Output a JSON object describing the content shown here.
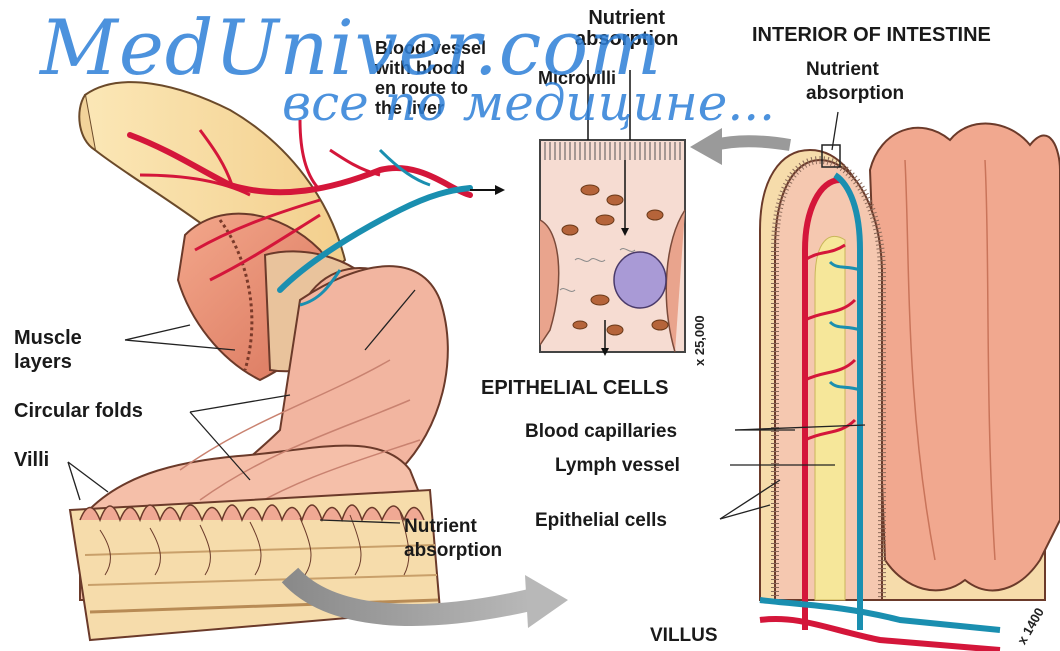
{
  "labels": {
    "nutrient_absorption_top": "Nutrient\nabsorption",
    "blood_vessel": "Blood vessel\nwith blood\nen route to\nthe liver",
    "microvilli": "Microvilli",
    "interior_of_intestine": "INTERIOR OF INTESTINE",
    "nutrient_absorption_right": "Nutrient\nabsorption",
    "muscle_layers": "Muscle\nlayers",
    "circular_folds": "Circular folds",
    "villi": "Villi",
    "epithelial_cells_title": "EPITHELIAL CELLS",
    "blood_capillaries": "Blood capillaries",
    "lymph_vessel": "Lymph vessel",
    "epithelial_cells": "Epithelial cells",
    "nutrient_absorption_bottom": "Nutrient\nabsorption",
    "villus": "VILLUS",
    "scale_25000": "x 25,000",
    "scale_1400": "x 1400"
  },
  "watermark": {
    "line1": "MedUniver.com",
    "line2": "все по медицине..."
  },
  "colors": {
    "artery": "#d4163a",
    "vein": "#1a8fb0",
    "lymph": "#f6e79a",
    "muscle": "#e98f74",
    "mucosa": "#f4b7a2",
    "tissue": "#f7dfb0",
    "watermark": "#2d7fd8"
  }
}
